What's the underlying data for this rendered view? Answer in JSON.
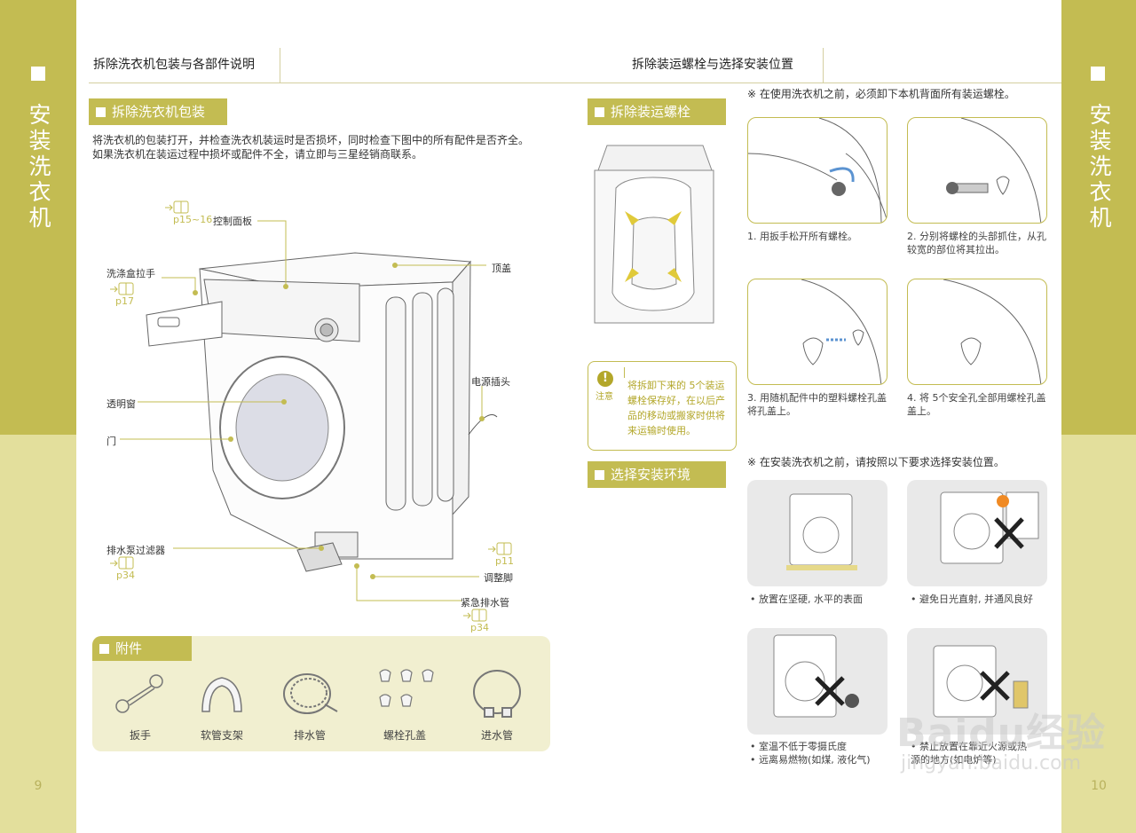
{
  "side": {
    "title": "安装洗衣机",
    "page_left": "9",
    "page_right": "10"
  },
  "left": {
    "header": "拆除洗衣机包装与各部件说明",
    "section_title": "拆除洗衣机包装",
    "intro": "将洗衣机的包装打开，并检查洗衣机装运时是否损坏，同时检查下图中的所有配件是否齐全。如果洗衣机在装运过程中损坏或配件不全，请立即与三星经销商联系。",
    "labels": {
      "control_panel": "控制面板",
      "control_panel_ref": "p15~16",
      "detergent_drawer": "洗涤盒拉手",
      "detergent_drawer_ref": "p17",
      "top_cover": "顶盖",
      "power_plug": "电源插头",
      "window": "透明窗",
      "door": "门",
      "pump_filter": "排水泵过滤器",
      "pump_filter_ref": "p34",
      "leveling_foot": "调整脚",
      "leveling_foot_ref": "p11",
      "emergency_drain": "紧急排水管",
      "emergency_drain_ref": "p34"
    },
    "accessories_title": "附件",
    "accessories": [
      "扳手",
      "软管支架",
      "排水管",
      "螺栓孔盖",
      "进水管"
    ]
  },
  "right": {
    "header": "拆除装运螺栓与选择安装位置",
    "bolts_title": "拆除装运螺栓",
    "bolts_note": "※  在使用洗衣机之前，必须卸下本机背面所有装运螺栓。",
    "steps": [
      "1. 用扳手松开所有螺栓。",
      "2. 分别将螺栓的头部抓住，从孔较宽的部位将其拉出。",
      "3. 用随机配件中的塑料螺栓孔盖将孔盖上。",
      "4. 将 5个安全孔全部用螺栓孔盖盖上。"
    ],
    "caution_label": "注意",
    "caution_text": "将拆卸下来的 5个装运螺栓保存好，在以后产品的移动或搬家时供将来运输时使用。",
    "env_title": "选择安装环境",
    "env_note": "※  在安装洗衣机之前，请按照以下要求选择安装位置。",
    "env_items": [
      "• 放置在坚硬, 水平的表面",
      "• 避免日光直射, 并通风良好",
      "• 室温不低于零摄氏度",
      "• 远离易燃物(如煤, 液化气)",
      "• 禁止放置在靠近火源或热源的地方(如电炉等)"
    ]
  },
  "watermark": {
    "brand": "Baidu经验",
    "url": "jingyan.baidu.com"
  },
  "colors": {
    "accent": "#c3bc52",
    "accent_light": "#e3df9c",
    "accent_bg": "#f1efd0"
  }
}
